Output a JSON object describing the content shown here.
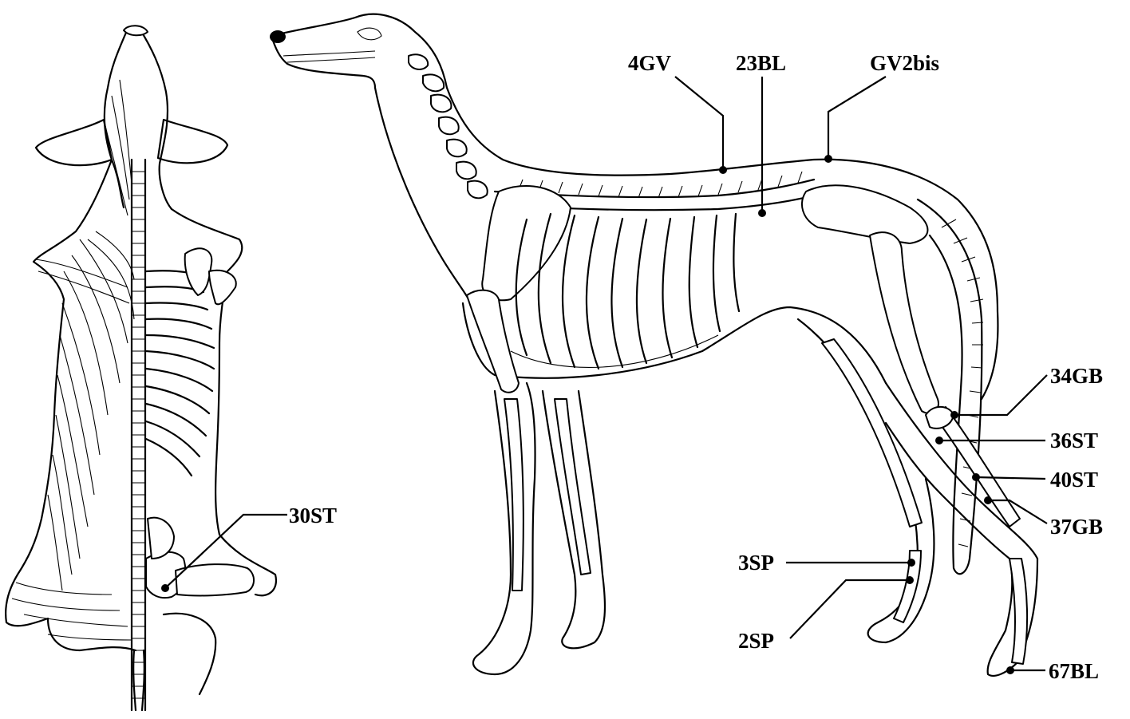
{
  "points": {
    "p_4gv": {
      "label": "4GV"
    },
    "p_23bl": {
      "label": "23BL"
    },
    "p_gv2bis": {
      "label": "GV2bis"
    },
    "p_34gb": {
      "label": "34GB"
    },
    "p_36st": {
      "label": "36ST"
    },
    "p_40st": {
      "label": "40ST"
    },
    "p_37gb": {
      "label": "37GB"
    },
    "p_3sp": {
      "label": "3SP"
    },
    "p_2sp": {
      "label": "2SP"
    },
    "p_67bl": {
      "label": "67BL"
    },
    "p_30st": {
      "label": "30ST"
    }
  },
  "colors": {
    "ink": "#000000",
    "paper": "#ffffff"
  }
}
